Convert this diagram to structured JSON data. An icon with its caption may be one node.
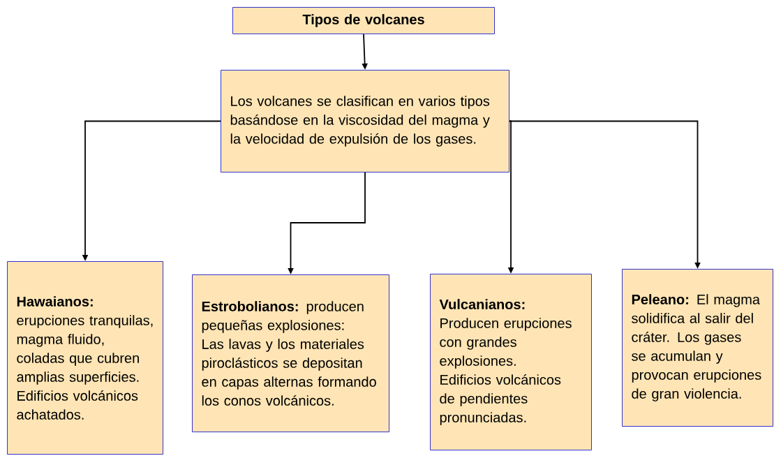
{
  "diagram": {
    "nodes": [
      {
        "text": [
          "Tipos de volcanes"
        ]
      },
      {
        "text": [
          "Los volcanes se clasifican en varios tipos basándose en la viscosidad del magma y la velocidad de expulsión de los gases."
        ]
      },
      {
        "text": [
          "**Hawaianos:** erupciones tranquilas, magma fluido, coladas que cubren amplias superficies. Edificios volcánicos achatados."
        ]
      },
      {
        "text": [
          "**Estrobolianos:** producen pequeñas explosiones: Las lavas y los materiales piroclásticos se depositan en capas alternas formando los conos volcánicos."
        ]
      },
      {
        "text": [
          "**Vulcanianos:** Producen erupciones con grandes explosiones. Edificios volcánicos de pendientes pronunciadas."
        ]
      },
      {
        "text": [
          "**Peleano:** El magma solidifica al salir del cráter. Los gases se acumulan y provocan erupciones de gran violencia."
        ]
      }
    ],
    "edges": [
      {
        "from": 0,
        "to": 1,
        "arrow": "to"
      },
      {
        "from": 1,
        "to": 2,
        "arrow": "to"
      },
      {
        "from": 1,
        "to": 3,
        "arrow": "to"
      },
      {
        "from": 1,
        "to": 4,
        "arrow": "to"
      },
      {
        "from": 1,
        "to": 5,
        "arrow": "to"
      }
    ]
  }
}
